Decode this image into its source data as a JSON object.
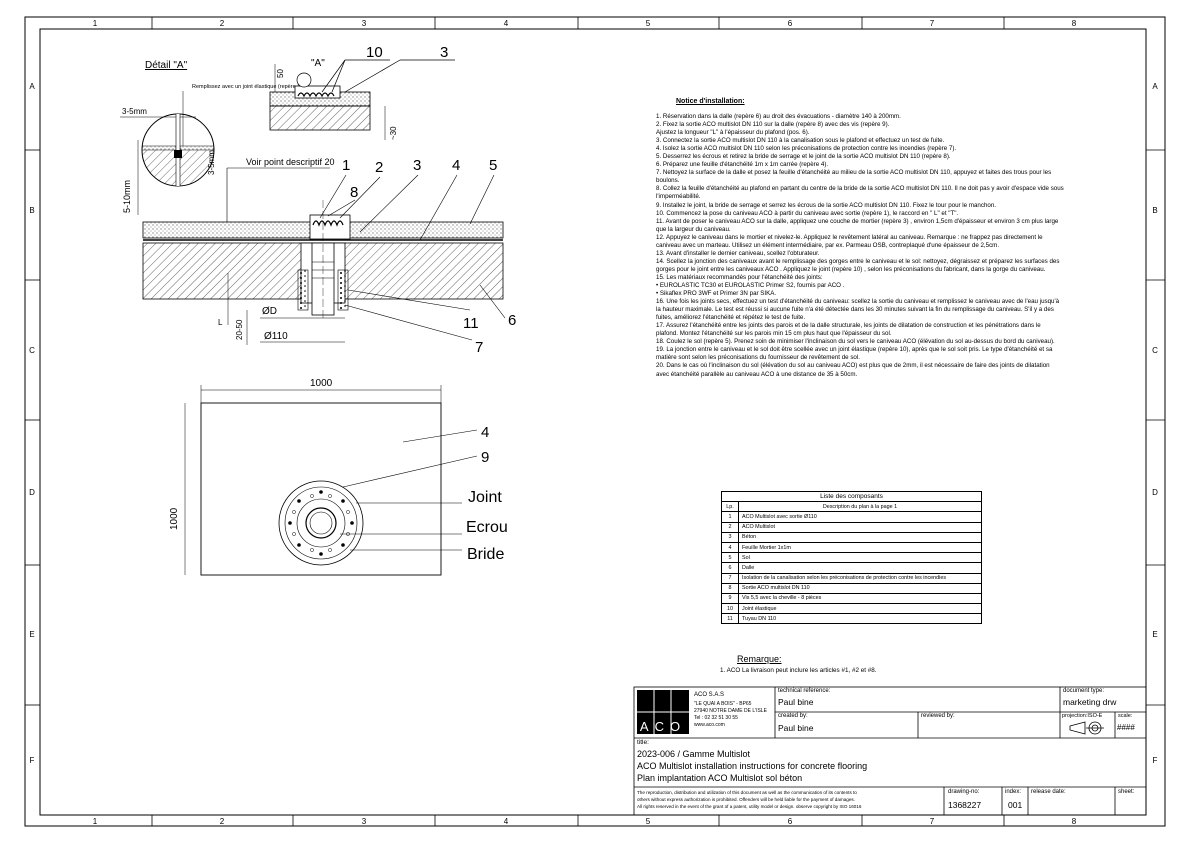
{
  "frame": {
    "columns": [
      "1",
      "2",
      "3",
      "4",
      "5",
      "6",
      "7",
      "8"
    ],
    "rows": [
      "A",
      "B",
      "C",
      "D",
      "E",
      "F"
    ]
  },
  "detail": {
    "title": "Détail \"A\"",
    "note": "Remplissez avec un joint élastique (repère 10)",
    "dim_3_5_top": "3-5mm",
    "dim_5_10": "5-10mm",
    "dim_3_5_side": "3-5mm",
    "see_point": "Voir point descriptif 20",
    "mark_a": "\"A\"",
    "dim_50": "50",
    "dim_30": "~30"
  },
  "section": {
    "d_label": "ØD",
    "d110_label": "Ø110",
    "dim_20_50": "20-50",
    "dim_L": "L",
    "callouts": [
      "1",
      "2",
      "3",
      "4",
      "5",
      "6",
      "7",
      "8",
      "10",
      "3",
      "11"
    ]
  },
  "plan": {
    "width_label": "1000",
    "height_label": "1000",
    "callout_4": "4",
    "callout_9": "9",
    "joint": "Joint",
    "ecrou": "Ecrou",
    "bride": "Bride"
  },
  "notes": {
    "title": "Notice d'installation:",
    "items": [
      "1.        Réservation dans la dalle (repère 6) au droit des évacuations - diamètre 140 à 200mm.",
      "2.        Fixez la sortie ACO multislot DN 110 sur la dalle (repère 8) avec des vis (repère 9).",
      "Ajustez la longueur \"L\" à l'épaisseur du plafond (pos. 6).",
      "3.        Connectez la sortie ACO multislot DN 110 à la canalisation sous le plafond et effectuez un test de fuite.",
      "4.        Isolez la sortie ACO multislot DN 110 selon les préconisations de protection contre les incendies (repère 7).",
      "5.        Desserrez les écrous et retirez la bride de serrage et le joint de la sortie ACO multislot DN 110 (repère 8).",
      "6.        Préparez une feuille d'étanchéité 1m x 1m carrée (repère 4).",
      "7.        Nettoyez la surface de la dalle et posez la feuille d'étanchéité au milieu de la sortie ACO multislot DN 110, appuyez et faites des trous pour les boulons.",
      "8.        Collez la feuille d'étanchéité au plafond en partant du centre de la bride de la sortie ACO multislot DN 110. Il ne doit pas y avoir d'espace vide sous l'imperméabilité.",
      "9.        Installez le joint, la bride de serrage et serrez les écrous de la sortie ACO multislot DN 110. Fixez le tour pour le manchon.",
      "10.      Commencez la pose du caniveau ACO à partir du caniveau avec sortie (repère 1), le raccord en \" L\" et \"T\".",
      "11.      Avant de poser le caniveau ACO sur la dalle, appliquez une couche de mortier (repère 3) , environ 1,5cm d'épaisseur et environ 3 cm plus large que la largeur du caniveau.",
      "12.      Appuyez le caniveau dans le mortier et nivelez-le. Appliquez le revêtement latéral au caniveau. Remarque : ne frappez pas directement le caniveau avec un marteau. Utilisez un élément intermédiaire, par ex. Parmeau OSB, contreplaqué d'une épaisseur de 2,5cm.",
      "13.      Avant d'installer le dernier caniveau, scellez l'obturateur.",
      "14.      Scellez la jonction des caniveaux avant le remplissage des gorges entre le caniveau et le sol: nettoyez, dégraissez et préparez les surfaces des gorges pour le joint entre les caniveaux ACO . Appliquez le joint (repère 10) , selon les préconisations du fabricant, dans la gorge du caniveau.",
      "15.      Les matériaux recommandés pour l'étanchéité des joints:",
      "  •  EUROLASTIC TC30 et EUROLASTIC Primer S2, fournis par ACO .",
      "  •  Sikaflex PRO 3WF et Primer 3N par SIKA.",
      "16.      Une fois les joints secs, effectuez un test d'étanchéité du caniveau: scellez la sortie du caniveau et remplissez le caniveau avec de l'eau jusqu'à la hauteur maximale. Le test est réussi si aucune fuite n'a été détectée dans les 30 minutes suivant la fin du remplissage du caniveau. S'il y a des fuites, améliorez l'étanchéité et répétez le test de fuite.",
      "17.      Assurez l'étanchéité entre les joints des parois et de la dalle structurale, les joints de dilatation de construction et les pénétrations dans le plafond. Montez l'étanchéité sur les parois min 15 cm plus haut que l'épaisseur du sol.",
      "18.      Coulez le sol (repère 5). Prenez soin de minimiser l'inclinaison du sol vers le caniveau ACO (élévation du sol au-dessus du bord du caniveau).",
      "19.      La jonction entre le caniveau et le sol doit être scellée avec un joint élastique (repère 10), après que le sol soit pris. Le type d'étanchéité et sa matière sont selon les préconisations du fournisseur de revêtement de sol.",
      "20.      Dans le cas où l'inclinaison du sol (élévation du sol au caniveau ACO) est plus que de 2mm, il est nécessaire de faire des joints de dilatation avec étanchéité parallèle au caniveau ACO à une distance de 35 à 50cm."
    ]
  },
  "components": {
    "title": "Liste des composants",
    "col_lp": "Lp.",
    "col_desc": "Description du plan à la page 1",
    "rows": [
      {
        "n": "1",
        "d": "ACO Multislot avec sortie Ø110"
      },
      {
        "n": "2",
        "d": "ACO Multislot"
      },
      {
        "n": "3",
        "d": "Béton"
      },
      {
        "n": "4",
        "d": "Feuille Mortier 1x1m"
      },
      {
        "n": "5",
        "d": "Sol"
      },
      {
        "n": "6",
        "d": "Dalle"
      },
      {
        "n": "7",
        "d": "Isolation de la canalisation selon les préconisations de protection contre les incendies"
      },
      {
        "n": "8",
        "d": "Sortie ACO multislot DN 110"
      },
      {
        "n": "9",
        "d": "Vis 5,5 avec la cheville - 8 pièces"
      },
      {
        "n": "10",
        "d": "Joint élastique"
      },
      {
        "n": "11",
        "d": "Tuyau DN 110"
      }
    ]
  },
  "remark": {
    "title": "Remarque:",
    "text": "1.     ACO La livraison peut inclure les articles #1, #2 et #8."
  },
  "title_block": {
    "company": "ACO S.A.S",
    "address1": "\"LE QUAI A BOIS\" - BP65",
    "address2": "27940 NOTRE DAME DE L'ISLE",
    "tel": "Tel : 02 32 51 30 55",
    "web": "www.aco.com",
    "logo": "ACO",
    "tech_ref_label": "technical reference:",
    "tech_ref": "Paul bine",
    "created_label": "created by:",
    "created": "Paul bine",
    "reviewed_label": "reviewed by:",
    "doc_type_label": "document type:",
    "doc_type": "marketing drw",
    "projection_label": "projection:ISO-E",
    "scale_label": "scale:",
    "scale": "####",
    "title_label": "title:",
    "title1": "2023-006 / Gamme Multislot",
    "title2": "ACO Multislot installation instructions for concrete flooring",
    "title3": "Plan implantation ACO Multislot sol béton",
    "legal1": "The reproduction, distribution and utilization of this document as well as the communication of its contents to",
    "legal2": "others without express authorization is prohibited. Offenders will be held liable for the payment of damages.",
    "legal3": "All rights reserved in the event of the grant of a patent, utility model or design. observe copyright by ISO 16016",
    "drawing_no_label": "drawing-no:",
    "drawing_no": "1368227",
    "index_label": "index:",
    "index": "001",
    "release_label": "release date:",
    "sheet_label": "sheet:"
  }
}
